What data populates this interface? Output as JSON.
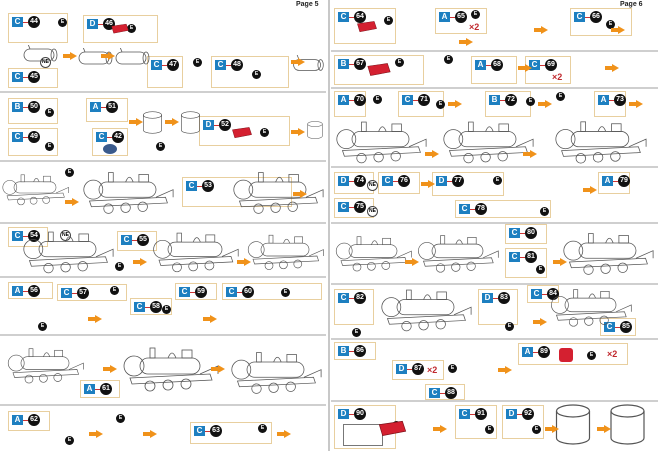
{
  "page5": {
    "label": "Page 5",
    "steps": [
      {
        "sheet": "C",
        "number": "44"
      },
      {
        "sheet": "D",
        "number": "46"
      },
      {
        "sheet": "C",
        "number": "45"
      },
      {
        "sheet": "C",
        "number": "47"
      },
      {
        "sheet": "C",
        "number": "48"
      },
      {
        "sheet": "B",
        "number": "50"
      },
      {
        "sheet": "A",
        "number": "51"
      },
      {
        "sheet": "C",
        "number": "49"
      },
      {
        "sheet": "C",
        "number": "42"
      },
      {
        "sheet": "D",
        "number": "52"
      },
      {
        "sheet": "C",
        "number": "53"
      },
      {
        "sheet": "C",
        "number": "54"
      },
      {
        "sheet": "C",
        "number": "55"
      },
      {
        "sheet": "A",
        "number": "56"
      },
      {
        "sheet": "C",
        "number": "57"
      },
      {
        "sheet": "C",
        "number": "58"
      },
      {
        "sheet": "C",
        "number": "59"
      },
      {
        "sheet": "C",
        "number": "60"
      },
      {
        "sheet": "A",
        "number": "61"
      },
      {
        "sheet": "A",
        "number": "62"
      },
      {
        "sheet": "C",
        "number": "63"
      }
    ]
  },
  "page6": {
    "label": "Page 6",
    "steps": [
      {
        "sheet": "C",
        "number": "64"
      },
      {
        "sheet": "A",
        "number": "65",
        "multiplier": "×2"
      },
      {
        "sheet": "C",
        "number": "66"
      },
      {
        "sheet": "B",
        "number": "67"
      },
      {
        "sheet": "A",
        "number": "68"
      },
      {
        "sheet": "C",
        "number": "69",
        "multiplier": "×2"
      },
      {
        "sheet": "A",
        "number": "70"
      },
      {
        "sheet": "C",
        "number": "71"
      },
      {
        "sheet": "B",
        "number": "72"
      },
      {
        "sheet": "A",
        "number": "73"
      },
      {
        "sheet": "D",
        "number": "74"
      },
      {
        "sheet": "C",
        "number": "75"
      },
      {
        "sheet": "C",
        "number": "76"
      },
      {
        "sheet": "D",
        "number": "77"
      },
      {
        "sheet": "C",
        "number": "78"
      },
      {
        "sheet": "A",
        "number": "79"
      },
      {
        "sheet": "C",
        "number": "80"
      },
      {
        "sheet": "C",
        "number": "81"
      },
      {
        "sheet": "C",
        "number": "82"
      },
      {
        "sheet": "D",
        "number": "83"
      },
      {
        "sheet": "C",
        "number": "84"
      },
      {
        "sheet": "C",
        "number": "85"
      },
      {
        "sheet": "B",
        "number": "86"
      },
      {
        "sheet": "D",
        "number": "87",
        "multiplier": "×2"
      },
      {
        "sheet": "C",
        "number": "88"
      },
      {
        "sheet": "A",
        "number": "89",
        "multiplier": "×2"
      },
      {
        "sheet": "D",
        "number": "90"
      },
      {
        "sheet": "C",
        "number": "91"
      },
      {
        "sheet": "D",
        "number": "92"
      }
    ]
  },
  "markers": {
    "e": "E",
    "ne": "NE"
  },
  "colors": {
    "sheet_tag": "#1d7fc0",
    "step_border": "#e8cf9f",
    "arrow": "#f0921a",
    "highlight": "#d42030",
    "number_badge": "#111111"
  }
}
